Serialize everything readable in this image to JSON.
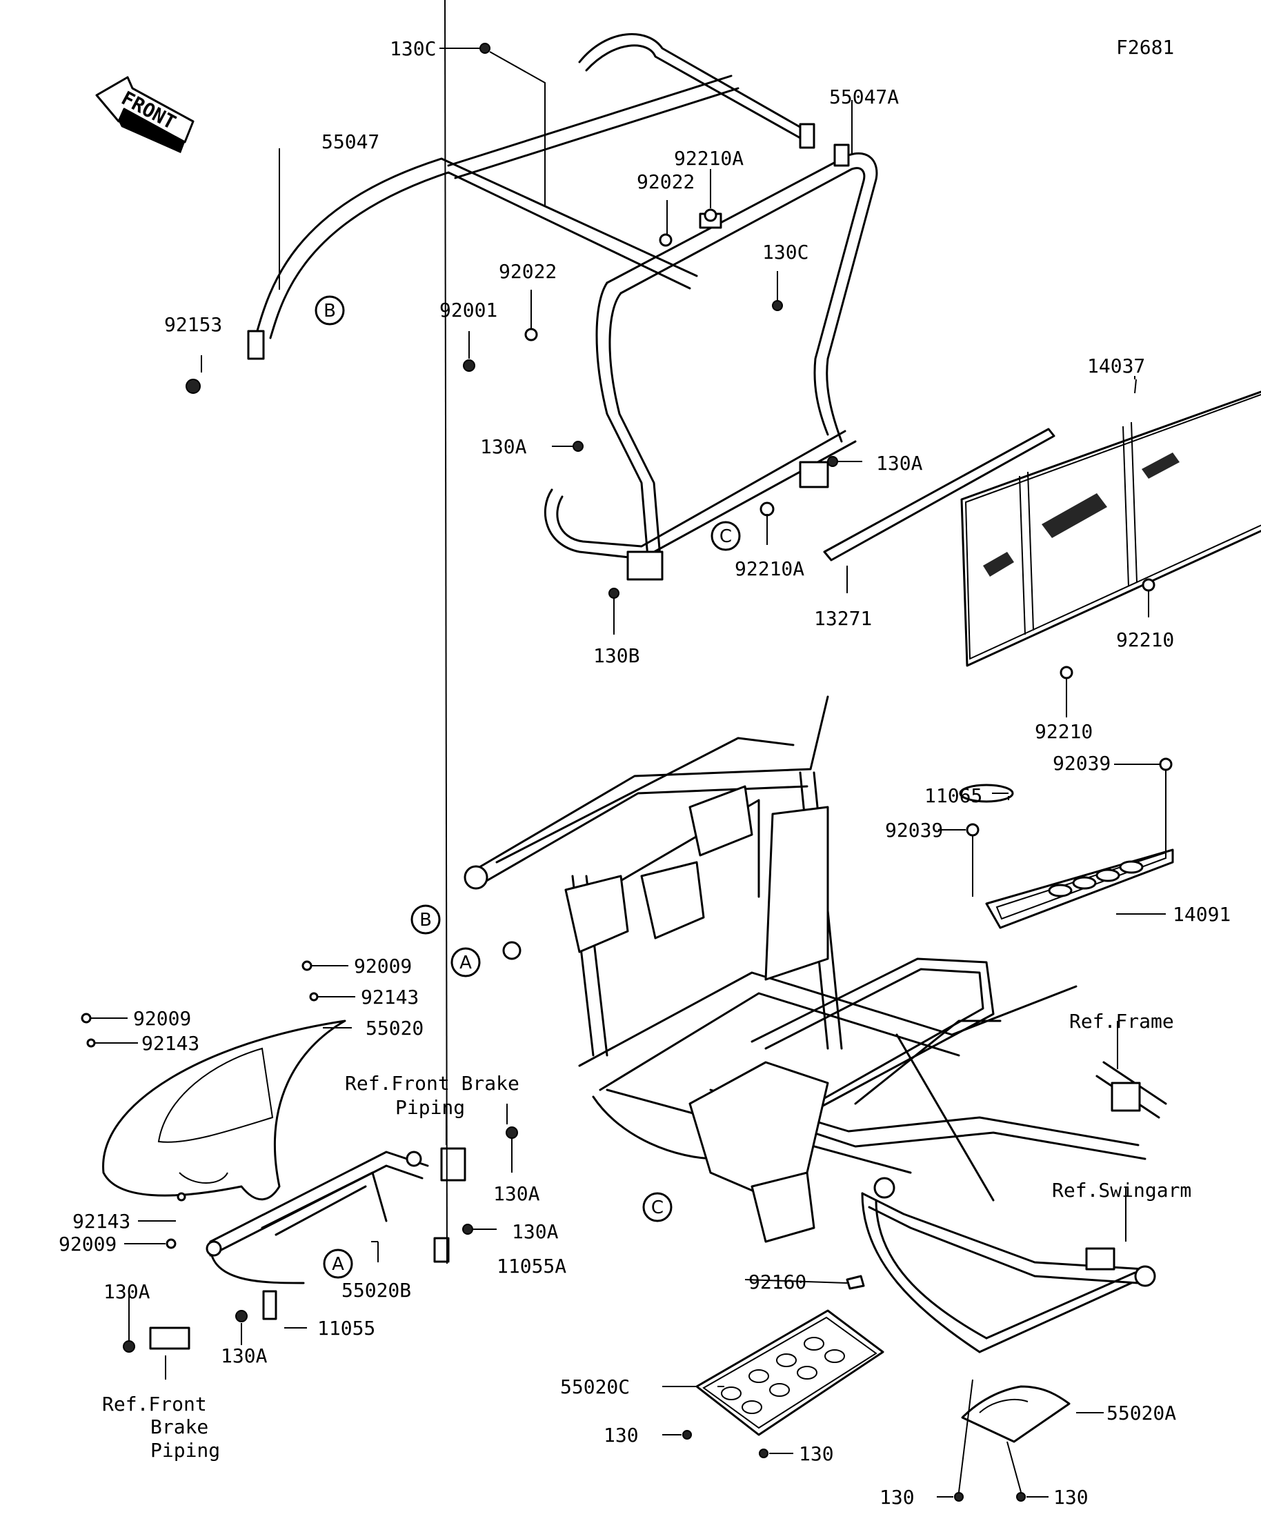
{
  "figure_code": "F2681",
  "front_arrow_text": "FRONT",
  "circle_refs": [
    {
      "id": "B",
      "text": "B"
    },
    {
      "id": "C",
      "text": "C"
    },
    {
      "id": "B2",
      "text": "B"
    },
    {
      "id": "A",
      "text": "A"
    },
    {
      "id": "C2",
      "text": "C"
    },
    {
      "id": "A2",
      "text": "A"
    }
  ],
  "labels": {
    "l130C_top": "130C",
    "l55047": "55047",
    "l55047A": "55047A",
    "l92210A_top": "92210A",
    "l92022_top": "92022",
    "l92022_mid": "92022",
    "l92001": "92001",
    "l92153": "92153",
    "l130C_mid": "130C",
    "l14037": "14037",
    "l130A_mid_left": "130A",
    "l130A_mid_right": "130A",
    "l92210A_low": "92210A",
    "l13271": "13271",
    "l130B": "130B",
    "l92210_right": "92210",
    "l92210_low": "92210",
    "l92039_right": "92039",
    "l11065": "11065",
    "l92039_left": "92039",
    "l14091": "14091",
    "l92009_a": "92009",
    "l92143_a": "92143",
    "l92009_b": "92009",
    "l55020": "55020",
    "l92143_b": "92143",
    "l_ref_frame": "Ref.Frame",
    "l_ref_fbp_top_1": "Ref.Front Brake",
    "l_ref_fbp_top_2": "Piping",
    "l130A_fr1": "130A",
    "l130A_fr2": "130A",
    "l11055A": "11055A",
    "l55020B": "55020B",
    "l92143_c": "92143",
    "l92009_c": "92009",
    "l_ref_swingarm": "Ref.Swingarm",
    "l130A_fr3": "130A",
    "l11055": "11055",
    "l130A_fr4": "130A",
    "l92160": "92160",
    "l55020C": "55020C",
    "l_ref_fbp_bot_1": "Ref.Front",
    "l_ref_fbp_bot_2": "Brake",
    "l_ref_fbp_bot_3": "Piping",
    "l130_a": "130",
    "l130_b": "130",
    "l55020A": "55020A",
    "l130_c": "130",
    "l130_d": "130"
  }
}
